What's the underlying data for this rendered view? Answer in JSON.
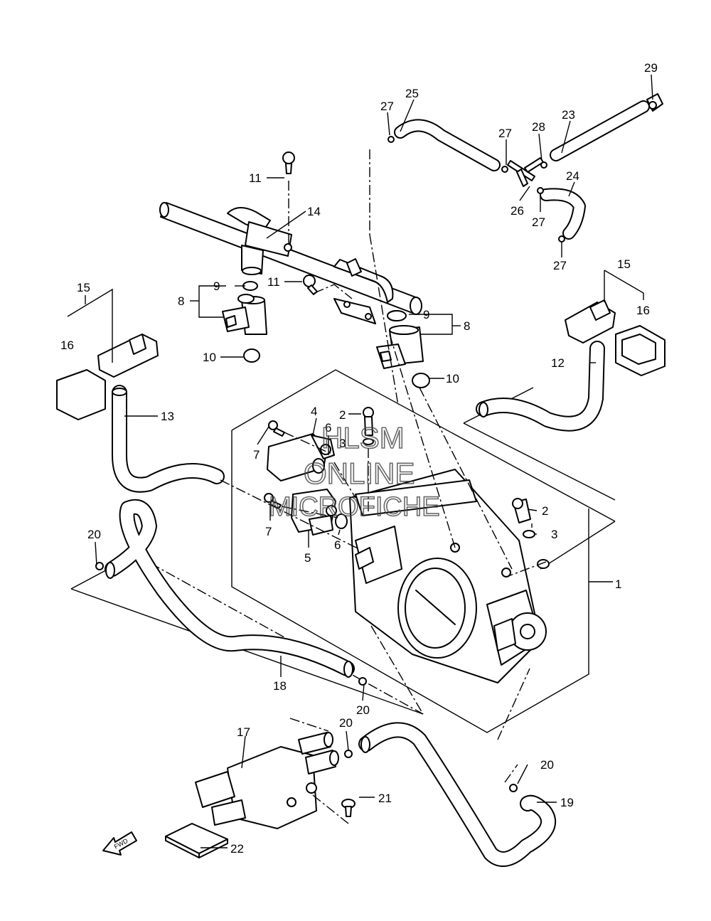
{
  "labels": {
    "l1": "1",
    "l2a": "2",
    "l2b": "2",
    "l3a": "3",
    "l3b": "3",
    "l4": "4",
    "l5": "5",
    "l6a": "6",
    "l6b": "6",
    "l7a": "7",
    "l7b": "7",
    "l8a": "8",
    "l8b": "8",
    "l9a": "9",
    "l9b": "9",
    "l10a": "10",
    "l10b": "10",
    "l11a": "11",
    "l11b": "11",
    "l12": "12",
    "l13": "13",
    "l14": "14",
    "l15a": "15",
    "l15b": "15",
    "l16a": "16",
    "l16b": "16",
    "l17": "17",
    "l18": "18",
    "l19": "19",
    "l20a": "20",
    "l20b": "20",
    "l20c": "20",
    "l20d": "20",
    "l21": "21",
    "l22": "22",
    "l23": "23",
    "l24": "24",
    "l25": "25",
    "l26": "26",
    "l27a": "27",
    "l27b": "27",
    "l27c": "27",
    "l27d": "27",
    "l28": "28",
    "l29": "29"
  },
  "watermark": {
    "line1": "HLSM",
    "line2": "ONLINE",
    "line3": "MICROFICHE"
  },
  "fwd": "FWD"
}
